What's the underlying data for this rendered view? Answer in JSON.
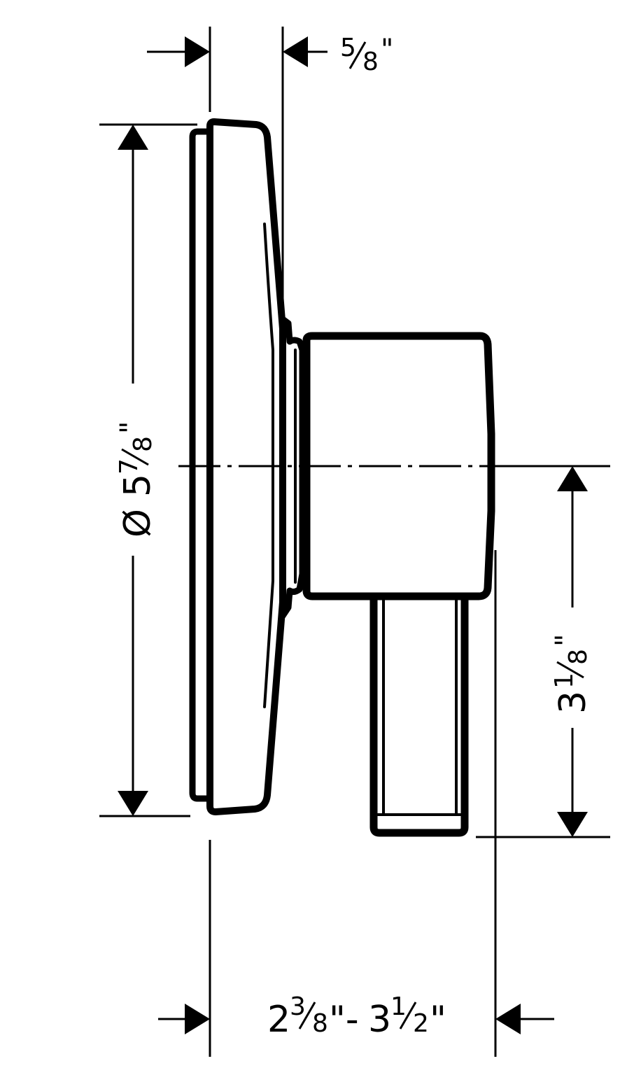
{
  "dimensions": {
    "faceplate_depth": {
      "num": "5",
      "den": "8",
      "unit": "\""
    },
    "diameter": {
      "symbol": "Ø",
      "whole": "5",
      "num": "7",
      "den": "8",
      "unit": "\""
    },
    "handle_height": {
      "whole": "3",
      "num": "1",
      "den": "8",
      "unit": "\""
    },
    "projection_range": {
      "min_whole": "2",
      "min_num": "3",
      "min_den": "8",
      "separator": "\"-",
      "max_whole": "3",
      "max_num": "1",
      "max_den": "2",
      "unit": "\""
    }
  },
  "colors": {
    "line": "#000000",
    "background": "#ffffff"
  }
}
